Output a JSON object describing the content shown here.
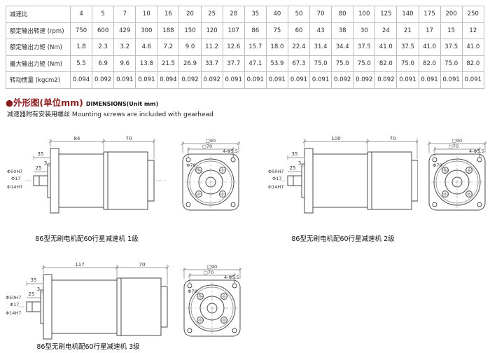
{
  "table": {
    "rows": [
      {
        "label": "减速比",
        "values": [
          "4",
          "5",
          "7",
          "10",
          "16",
          "20",
          "25",
          "28",
          "35",
          "40",
          "50",
          "70",
          "80",
          "100",
          "125",
          "140",
          "175",
          "200",
          "250"
        ]
      },
      {
        "label": "额定输出转速 (rpm)",
        "values": [
          "750",
          "600",
          "429",
          "300",
          "188",
          "150",
          "120",
          "107",
          "86",
          "75",
          "60",
          "43",
          "38",
          "30",
          "24",
          "21",
          "17",
          "15",
          "12"
        ]
      },
      {
        "label": "额定输出力矩 (Nm)",
        "values": [
          "1.8",
          "2.3",
          "3.2",
          "4.6",
          "7.2",
          "9.0",
          "11.2",
          "12.6",
          "15.7",
          "18.0",
          "22.4",
          "31.4",
          "34.4",
          "37.5",
          "41.0",
          "37.5",
          "41.0",
          "37.5",
          "41.0"
        ]
      },
      {
        "label": "最大输出力矩 (Nm)",
        "values": [
          "5.5",
          "6.9",
          "9.6",
          "13.8",
          "21.5",
          "26.9",
          "33.7",
          "37.7",
          "47.1",
          "53.9",
          "67.3",
          "75.0",
          "75.0",
          "75.0",
          "82.0",
          "75.0",
          "82.0",
          "75.0",
          "82.0"
        ]
      },
      {
        "label": "转动惯量 (kgcm2)",
        "values": [
          "0.094",
          "0.092",
          "0.091",
          "0.091",
          "0.094",
          "0.092",
          "0.092",
          "0.091",
          "0.091",
          "0.091",
          "0.091",
          "0.091",
          "0.092",
          "0.092",
          "0.092",
          "0.091",
          "0.091",
          "0.091",
          "0.091"
        ]
      }
    ]
  },
  "section": {
    "bullet": "●",
    "title_cn": "外形图(单位mm)",
    "title_en": "DIMENSIONS(Unit mm)",
    "note": "减速器附有安装用螺丝 Mounting screws are included with gearhead"
  },
  "drawings": {
    "dims": {
      "motor_len": "70",
      "protrude": "35",
      "boss": "3",
      "shaft_len": "25",
      "spigot": "Φ50H7",
      "shaft_d1": "Φ17",
      "shaft_d2": "Φ14H7"
    },
    "front": {
      "outer": "□90",
      "pitch": "□70",
      "circle": "Φ70",
      "holes": "4-Φ5.5"
    },
    "stages": [
      {
        "dim_gear": "84",
        "caption": "86型无刷电机配60行星减速机 1级"
      },
      {
        "dim_gear": "100",
        "caption": "86型无刷电机配60行星减速机 2级"
      },
      {
        "dim_gear": "117",
        "caption": "86型无刷电机配60行星减速机 3级"
      }
    ]
  }
}
